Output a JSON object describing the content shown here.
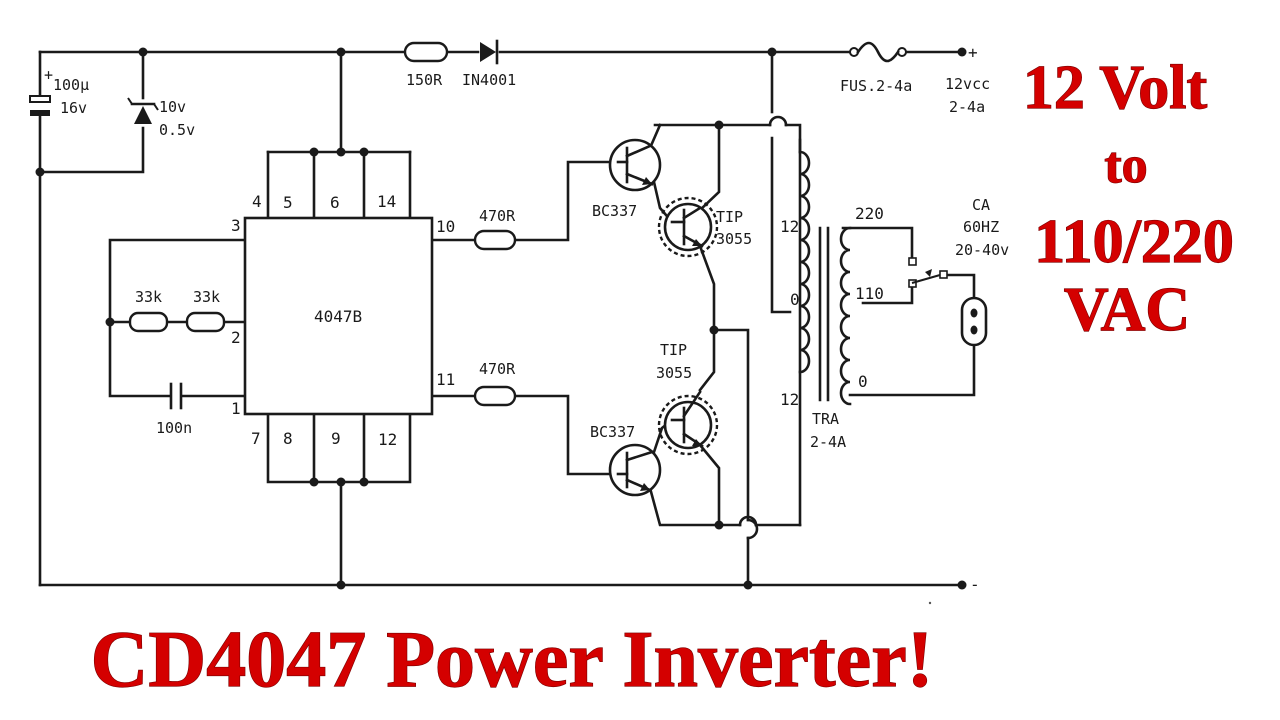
{
  "title": {
    "line1": "12 Volt",
    "line2": "to",
    "line3": "110/220",
    "line4": "VAC",
    "bottom": "CD4047 Power Inverter!",
    "color": "#d40000"
  },
  "labels": {
    "cap1_plus": "+",
    "cap1_value": "100µ",
    "cap1_voltage": "16v",
    "zener_value": "10v",
    "zener_power": "0.5v",
    "res_150": "150R",
    "diode": "IN4001",
    "fuse": "FUS.2-4a",
    "supply_voltage": "12vcc",
    "supply_current": "2-4a",
    "plus_terminal": "+",
    "minus_terminal": "-",
    "ic_name": "4047B",
    "pin4": "4",
    "pin5": "5",
    "pin6": "6",
    "pin14": "14",
    "pin3": "3",
    "pin2": "2",
    "pin1": "1",
    "pin7": "7",
    "pin8": "8",
    "pin9": "9",
    "pin12": "12",
    "pin10": "10",
    "pin11": "11",
    "r_33k_a": "33k",
    "r_33k_b": "33k",
    "cap_100n": "100n",
    "r_470_top": "470R",
    "r_470_bot": "470R",
    "q_bc337_top": "BC337",
    "q_bc337_bot": "BC337",
    "q_tip_top_1": "TIP",
    "q_tip_top_2": "3055",
    "q_tip_bot_1": "TIP",
    "q_tip_bot_2": "3055",
    "tr_p_top": "12",
    "tr_p_mid": "0",
    "tr_p_bot": "12",
    "tr_s_220": "220",
    "tr_s_110": "110",
    "tr_s_0": "0",
    "tra_name": "TRA",
    "tra_rating": "2-4A",
    "out_ca": "CA",
    "out_freq": "60HZ",
    "out_load": "20-40v"
  }
}
